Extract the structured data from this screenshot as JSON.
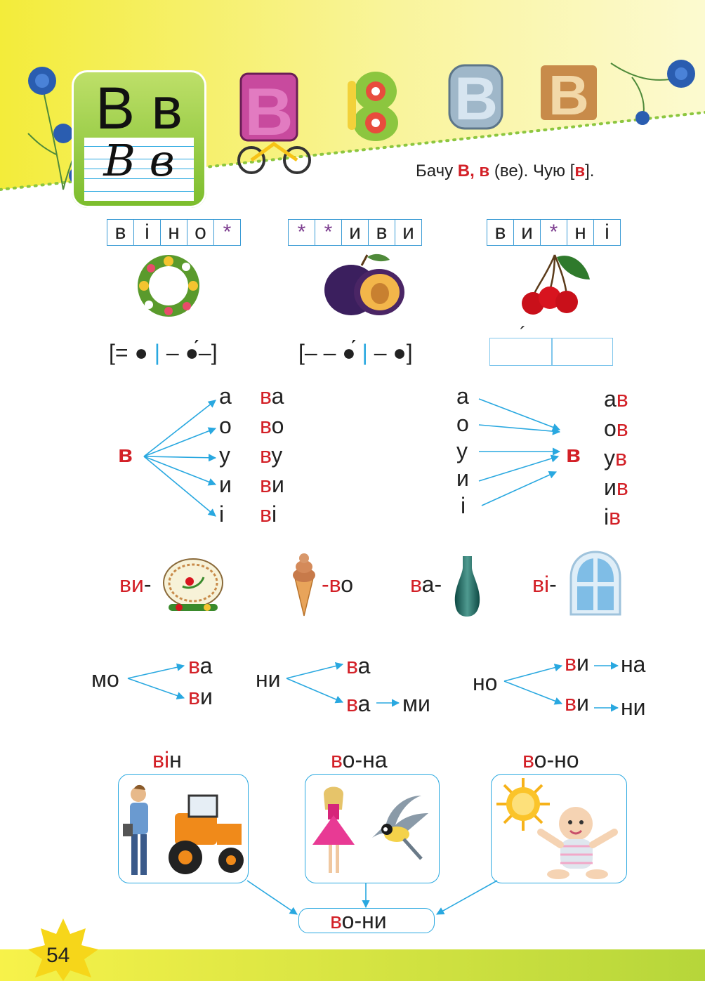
{
  "header": {
    "printed_letters": "В в",
    "script_letters": "В в",
    "caption_before": "Бачу ",
    "caption_letters": "В, в",
    "caption_middle": " (ве).  Чую [",
    "caption_sound": "в",
    "caption_after": "]."
  },
  "word_puzzles": [
    {
      "letters": [
        "в",
        "і",
        "н",
        "о",
        "*"
      ],
      "image": "wreath-icon",
      "scheme": [
        "[= ",
        "●",
        " | ",
        "– ",
        "●́",
        "–]"
      ]
    },
    {
      "letters": [
        "*",
        "*",
        "и",
        "в",
        "и"
      ],
      "image": "plum-icon",
      "scheme": [
        "[– – ",
        "●́",
        " | ",
        "– ",
        "●",
        "]"
      ]
    },
    {
      "letters": [
        "в",
        "и",
        "*",
        "н",
        "і"
      ],
      "image": "cherry-icon",
      "scheme": [
        "´"
      ]
    }
  ],
  "syllables_forward": {
    "consonant": "в",
    "vowels": [
      "а",
      "о",
      "у",
      "и",
      "і"
    ],
    "results": [
      {
        "c": "в",
        "v": "а"
      },
      {
        "c": "в",
        "v": "о"
      },
      {
        "c": "в",
        "v": "у"
      },
      {
        "c": "в",
        "v": "и"
      },
      {
        "c": "в",
        "v": "і"
      }
    ]
  },
  "syllables_backward": {
    "consonant": "в",
    "vowels": [
      "а",
      "о",
      "у",
      "и",
      "і"
    ],
    "results": [
      {
        "v": "а",
        "c": "в"
      },
      {
        "v": "о",
        "c": "в"
      },
      {
        "v": "у",
        "c": "в"
      },
      {
        "v": "и",
        "c": "в"
      },
      {
        "v": "і",
        "c": "в"
      }
    ]
  },
  "picture_words": [
    {
      "red": "ви",
      "black": "-",
      "icon": "embroidered-cloth-icon"
    },
    {
      "red": "-в",
      "black": "о",
      "icon": "ice-cream-icon"
    },
    {
      "red": "в",
      "black": "а-",
      "icon": "vase-icon"
    },
    {
      "red": "ві",
      "black": "-",
      "icon": "window-icon"
    }
  ],
  "word_trees": [
    {
      "root": "мо",
      "branches": [
        {
          "red": "в",
          "black": "а",
          "next": ""
        },
        {
          "red": "в",
          "black": "и",
          "next": ""
        }
      ]
    },
    {
      "root": "ни",
      "branches": [
        {
          "red": "в",
          "black": "а",
          "next": ""
        },
        {
          "red": "в",
          "black": "а",
          "next": "ми"
        }
      ]
    },
    {
      "root": "но",
      "branches": [
        {
          "red": "в",
          "black": "и",
          "next": "на"
        },
        {
          "red": "в",
          "black": "и",
          "next": "ни"
        }
      ]
    }
  ],
  "pronouns": [
    {
      "red": "ві",
      "black": "н",
      "icon": "boy-tractor-icon"
    },
    {
      "red": "в",
      "black": "о-на",
      "icon": "girl-bird-icon"
    },
    {
      "red": "в",
      "black": "о-но",
      "icon": "sun-baby-icon"
    }
  ],
  "pronoun_result": {
    "red": "в",
    "black": "о-ни"
  },
  "page_number": "54",
  "colors": {
    "accent_red": "#d32027",
    "line_blue": "#29a8e0",
    "card_green": "#8cc63f",
    "header_yellow": "#f7f27a"
  }
}
